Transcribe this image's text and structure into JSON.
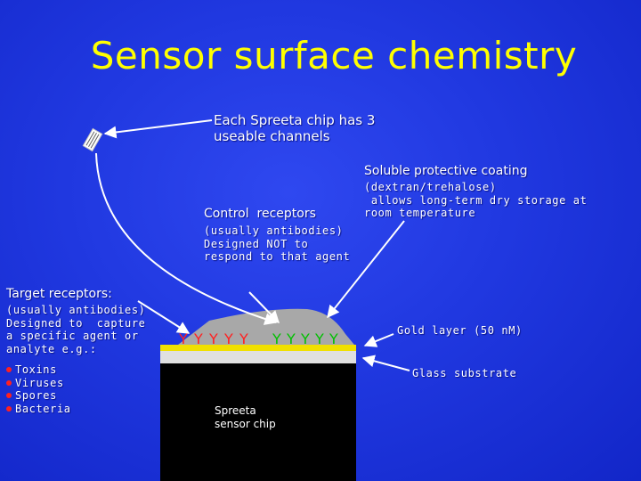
{
  "title": "Sensor surface chemistry",
  "channels_note": [
    "Each Spreeta chip has 3",
    "useable channels"
  ],
  "coating": {
    "title": "Soluble protective coating",
    "lines": [
      "(dextran/trehalose)",
      " allows long-term dry storage at",
      "room temperature"
    ]
  },
  "control": {
    "title": "Control  receptors",
    "lines": [
      "(usually antibodies)",
      "Designed NOT to",
      "respond to that agent"
    ]
  },
  "target": {
    "title": "Target receptors:",
    "lines": [
      "(usually antibodies)",
      "Designed to  capture",
      "a specific agent or",
      "analyte e.g.:"
    ],
    "examples": [
      "Toxins",
      "Viruses",
      "Spores",
      "Bacteria"
    ]
  },
  "gold_label": "Gold layer (50 nM)",
  "glass_label": "Glass substrate",
  "chip_label": [
    "Spreeta",
    "sensor chip"
  ],
  "colors": {
    "background": "#2038e0",
    "title": "#ffff00",
    "gold": "#f0e000",
    "glass": "#e0e0e0",
    "coating": "#a8a8a8",
    "chip": "#000000",
    "target_receptor": "#ff2020",
    "control_receptor": "#00c000"
  },
  "icons": [
    "chip-icon"
  ]
}
